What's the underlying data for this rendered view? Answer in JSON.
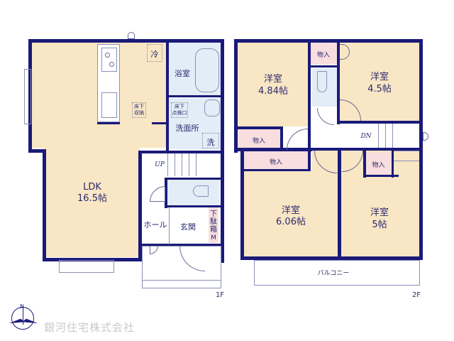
{
  "floor_1": {
    "label": "1F",
    "rooms": {
      "ldk_name": "LDK",
      "ldk_size": "16.5帖",
      "bath": "浴室",
      "washroom": "洗面所",
      "hall": "ホール",
      "entrance": "玄関",
      "fridge": "冷",
      "underfloor_storage": "床下収納",
      "underfloor_storage_l1": "床下",
      "underfloor_storage_l2": "収納",
      "inspection_l1": "床下",
      "inspection_l2": "点検口",
      "washer": "洗",
      "shoe_box_l1": "下",
      "shoe_box_l2": "駄",
      "shoe_box_l3": "箱",
      "shoe_box_m": "M",
      "stairs": "UP"
    }
  },
  "floor_2": {
    "label": "2F",
    "rooms": {
      "western_1_name": "洋室",
      "western_1_size": "4.84帖",
      "western_2_name": "洋室",
      "western_2_size": "4.5帖",
      "western_3_name": "洋室",
      "western_3_size": "6.06帖",
      "western_4_name": "洋室",
      "western_4_size": "5帖",
      "closet": "物入",
      "balcony": "バルコニー",
      "stairs": "DN"
    }
  },
  "compass": {
    "label": "N"
  },
  "company": {
    "name": "銀河住宅株式会社"
  },
  "colors": {
    "wall": "#1a1a7a",
    "living": "#f9e6c4",
    "wet_area": "#e2edf7",
    "storage": "#f8dede"
  }
}
